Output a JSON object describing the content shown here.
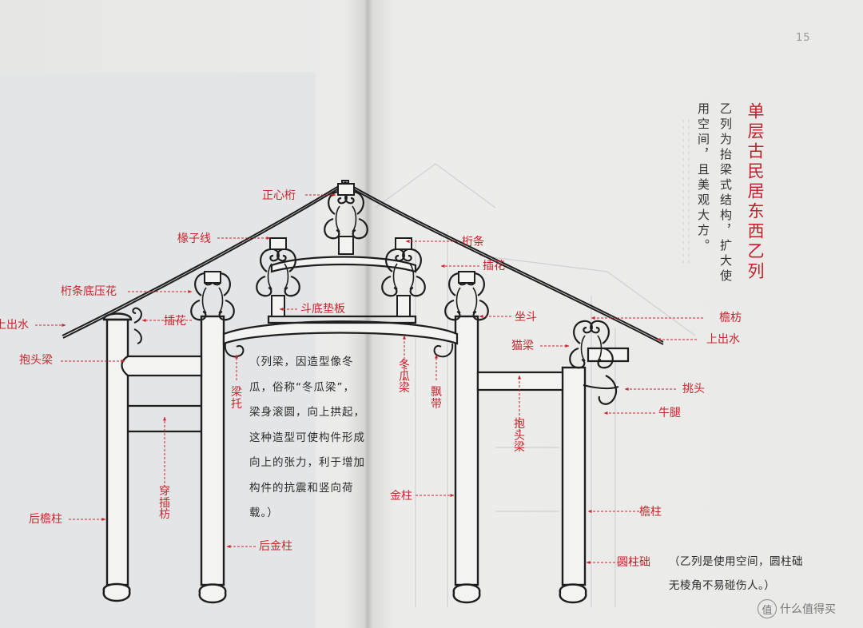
{
  "page": {
    "number": "15"
  },
  "heading": {
    "title": "单层古民居东西乙列",
    "desc1": "乙列为抬梁式结构，扩大使",
    "desc2": "用空间，且美观大方。"
  },
  "labels": {
    "zhengxinheng": "正心桁",
    "chuanzixian": "椽子线",
    "hengtiao": "桁条",
    "chahua_right": "插花",
    "hengtiao_diyahua": "桁条底压花",
    "chahua_left": "插花",
    "doudidianban": "斗底垫板",
    "shangchushui_left": "上出水",
    "baotouliang_left": "抱头梁",
    "liangtuo": "梁托",
    "dongguaaliang": "冬瓜梁",
    "piaodai": "飘带",
    "zuodou": "坐斗",
    "maoliang": "猫梁",
    "yanfang": "檐枋",
    "shangchushui_right": "上出水",
    "tiaotou": "挑头",
    "niuti": "牛腿",
    "baotouliang_right": "抱头梁",
    "chuanchafang": "穿插枋",
    "houyanzhu": "后檐柱",
    "jinzhu": "金柱",
    "yanzhu": "檐柱",
    "houjinzhu": "后金柱",
    "yuanzhuchu": "圆柱础"
  },
  "notes": {
    "left": "（列梁，因造型像冬瓜，俗称“冬瓜梁”，梁身滚圆，向上拱起，这种造型可使构件形成向上的张力，利于增加构件的抗震和竖向荷载。）",
    "right": "（乙列是使用空间，圆柱础无棱角不易碰伤人。）"
  },
  "watermark": {
    "text": "什么值得买",
    "icon": "zhi-logo-icon"
  },
  "colors": {
    "label_red": "#c8262e",
    "title_red": "#c31e2a",
    "ink": "#1e1e1e",
    "body_text": "#333333"
  }
}
